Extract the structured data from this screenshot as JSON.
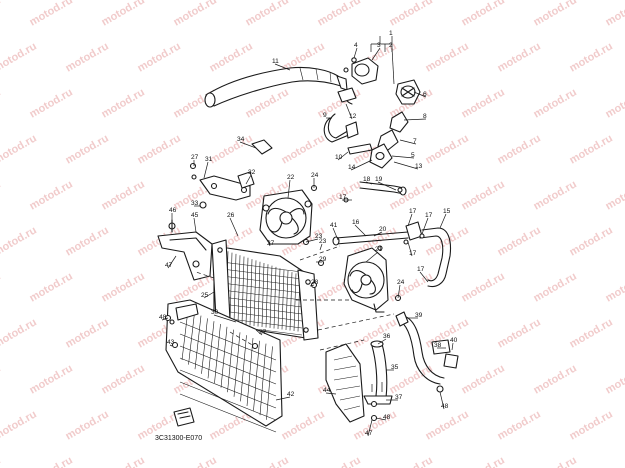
{
  "watermark_text": "motod.ru",
  "diagram_code": "3C31300-E070",
  "callouts": [
    "1",
    "2",
    "3",
    "4",
    "5",
    "6",
    "7",
    "8",
    "9",
    "10",
    "11",
    "12",
    "13",
    "14",
    "15",
    "16",
    "17",
    "18",
    "19",
    "20",
    "21",
    "22",
    "23",
    "24",
    "25",
    "26",
    "27",
    "28",
    "29",
    "30",
    "31",
    "32",
    "33",
    "34",
    "35",
    "36",
    "37",
    "38",
    "39",
    "40",
    "41",
    "42",
    "43",
    "44",
    "45",
    "46",
    "47",
    "48"
  ],
  "colors": {
    "line": "#1a1a1a",
    "watermark": "#e6a2a2",
    "background": "#ffffff"
  }
}
